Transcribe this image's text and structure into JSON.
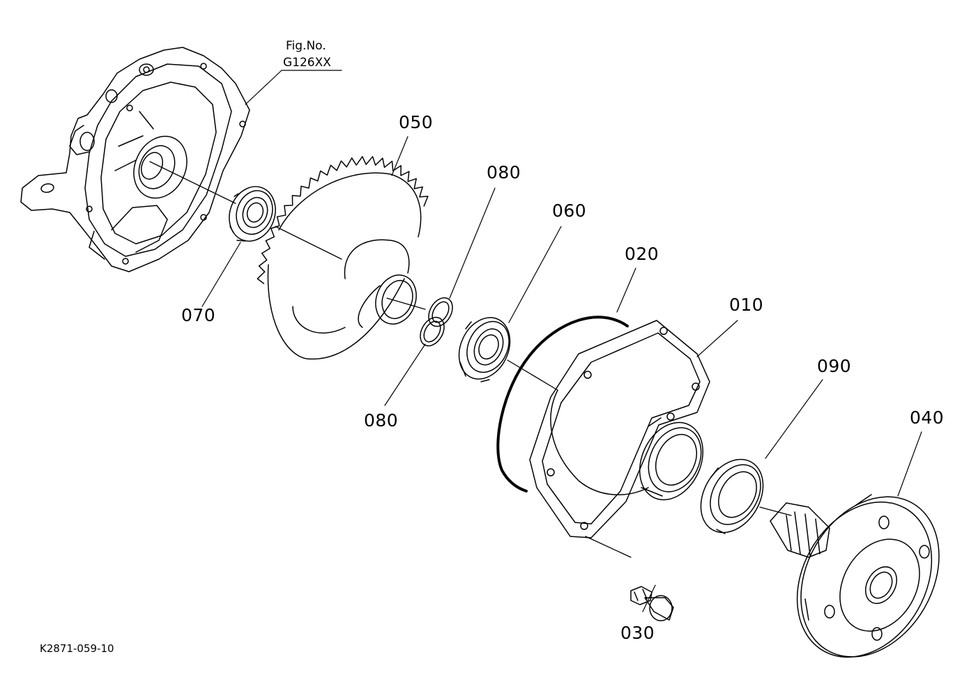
{
  "figure_ref": {
    "line1": "Fig.No.",
    "line2": "G126XX"
  },
  "drawing_code": "K2871-059-10",
  "parts": {
    "p010": "010",
    "p020": "020",
    "p030": "030",
    "p040": "040",
    "p050": "050",
    "p060": "060",
    "p070": "070",
    "p080a": "080",
    "p080b": "080",
    "p090": "090"
  }
}
